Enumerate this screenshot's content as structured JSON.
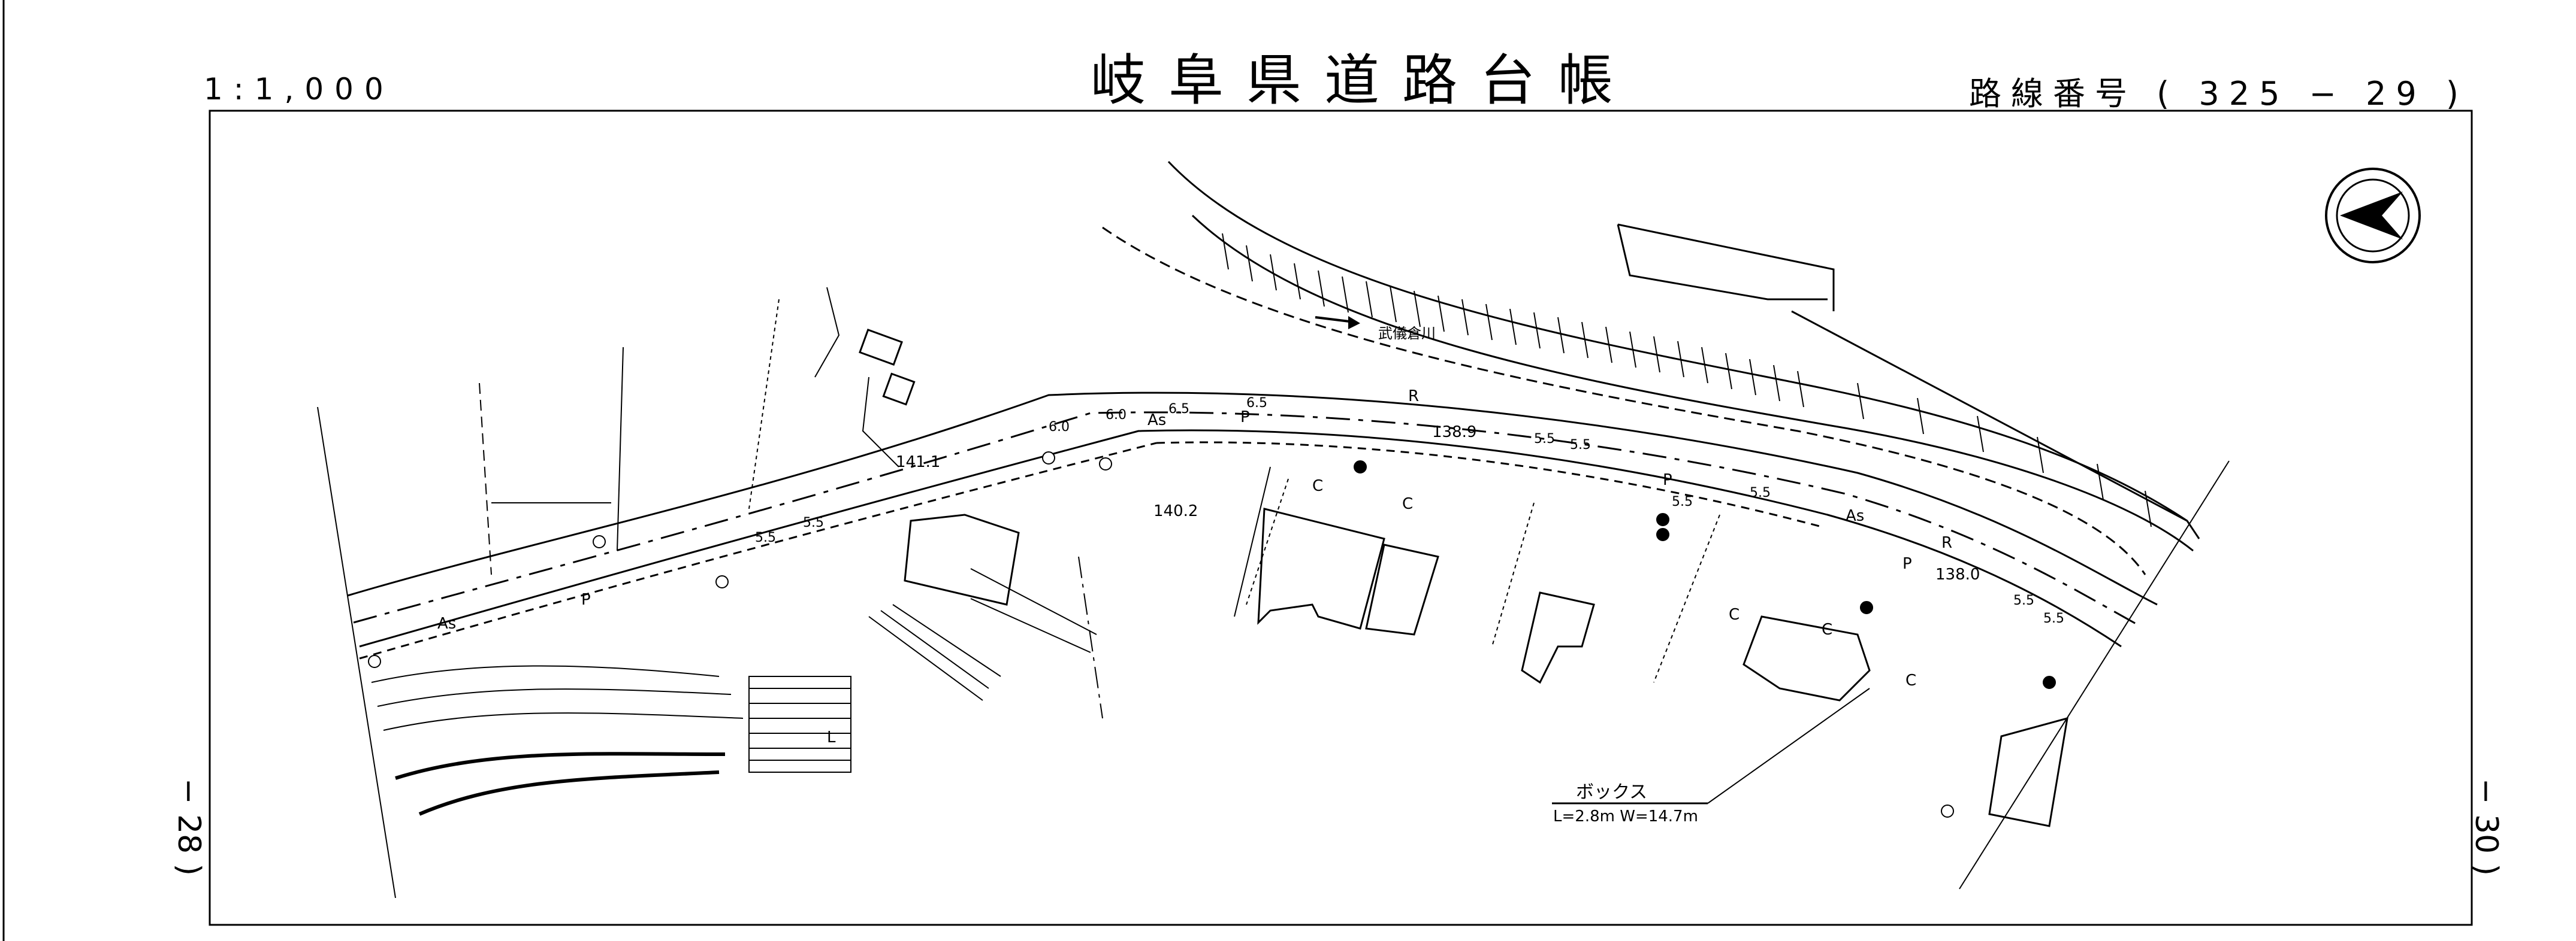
{
  "sheet": {
    "title": "岐阜県道路台帳",
    "scale": "1:1,000",
    "route_number": "路線番号 ( 325 − 29 )",
    "prev_sheet": "− 28 )",
    "next_sheet": "− 30 )"
  },
  "map": {
    "river_label": "武儀倉川",
    "elevations": [
      "141.1",
      "140.2",
      "138.9",
      "138.0"
    ],
    "pavement_codes": [
      "As",
      "P",
      "R"
    ],
    "zone_codes": [
      "C",
      "L"
    ],
    "widths": [
      "6.0",
      "6.5",
      "5.5"
    ],
    "callout": {
      "title": "ボックス",
      "spec": "L=2.8m W=14.7m"
    },
    "north_arrow": "north-arrow"
  }
}
